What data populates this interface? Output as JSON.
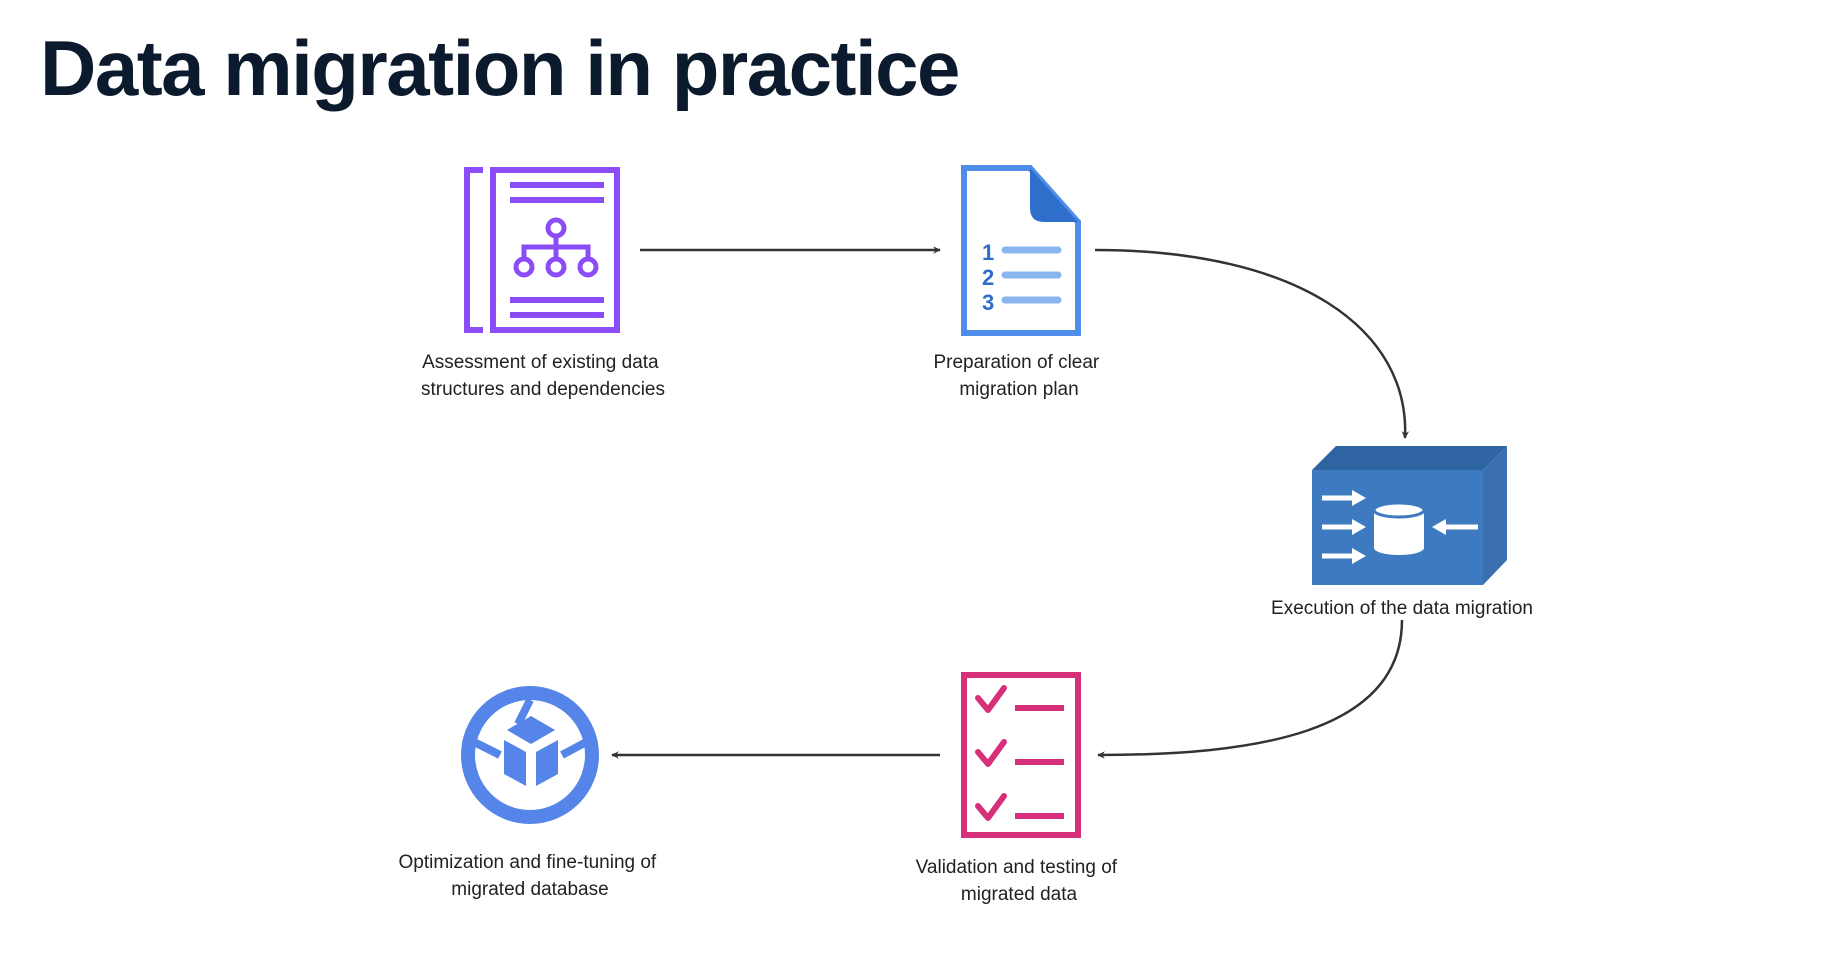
{
  "colors": {
    "title": "#0b1a2c",
    "text": "#222222",
    "arrow": "#333333",
    "purple": "#8a4df7",
    "doc_blue": "#4f8de8",
    "doc_dark": "#2f6fcc",
    "doc_line": "#8ab6f0",
    "box_front": "#3d7abf",
    "box_top": "#2f64a3",
    "box_side": "#3a6fb0",
    "magenta": "#d6307a",
    "opt_blue": "#5585e8"
  },
  "title": "Data migration in practice",
  "nodes": {
    "assessment": {
      "icon": "document-hierarchy-icon",
      "label_lines": [
        "Assessment of existing data",
        "structures and dependencies"
      ]
    },
    "preparation": {
      "icon": "numbered-list-document-icon",
      "label_lines": [
        "Preparation of clear",
        "migration plan"
      ],
      "numbers": [
        "1",
        "2",
        "3"
      ]
    },
    "execution": {
      "icon": "data-transfer-box-icon",
      "label_lines": [
        "Execution of the data migration"
      ]
    },
    "validation": {
      "icon": "checklist-icon",
      "label_lines": [
        "Validation and testing of",
        "migrated data"
      ]
    },
    "optimization": {
      "icon": "optimization-cube-icon",
      "label_lines": [
        "Optimization and fine-tuning of",
        "migrated database"
      ]
    }
  },
  "edges": [
    {
      "from": "assessment",
      "to": "preparation"
    },
    {
      "from": "preparation",
      "to": "execution"
    },
    {
      "from": "execution",
      "to": "validation"
    },
    {
      "from": "validation",
      "to": "optimization"
    }
  ]
}
